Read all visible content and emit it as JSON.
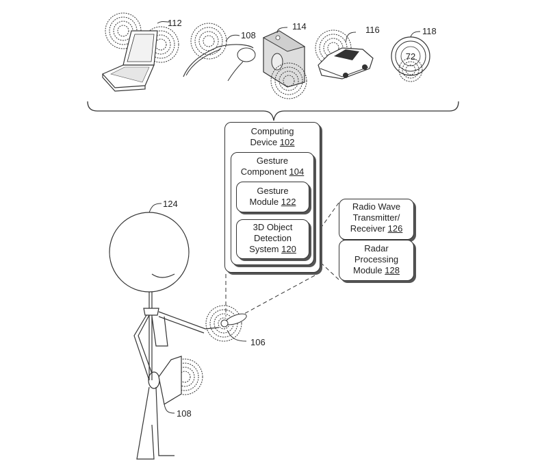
{
  "title": "Gesture detection system diagram",
  "devices": [
    {
      "ref": "112",
      "name": "laptop"
    },
    {
      "ref": "108",
      "name": "smart-glasses"
    },
    {
      "ref": "114",
      "name": "camera"
    },
    {
      "ref": "116",
      "name": "car"
    },
    {
      "ref": "118",
      "name": "thermostat",
      "display": "72"
    }
  ],
  "computing_device": {
    "line1": "Computing",
    "line2": "Device ",
    "ref": "102"
  },
  "gesture_component": {
    "line1": "Gesture",
    "line2": "Component ",
    "ref": "104"
  },
  "gesture_module": {
    "line1": "Gesture",
    "line2": "Module ",
    "ref": "122"
  },
  "detection_system": {
    "line1": "3D Object",
    "line2": "Detection",
    "line3": "System ",
    "ref": "120"
  },
  "radio": {
    "line1": "Radio Wave",
    "line2": "Transmitter/",
    "line3": "Receiver ",
    "ref": "126"
  },
  "radar": {
    "line1": "Radar",
    "line2": "Processing",
    "line3": "Module ",
    "ref": "128"
  },
  "person": {
    "ref": "124"
  },
  "wearable": {
    "ref": "106"
  },
  "tablet": {
    "ref": "108"
  }
}
